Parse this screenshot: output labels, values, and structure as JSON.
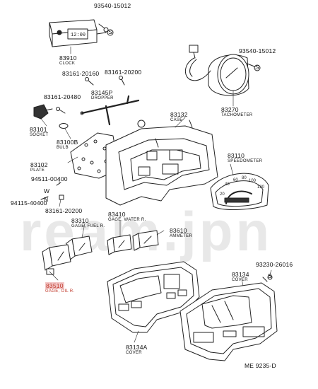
{
  "watermark": "ream.jpn",
  "drawing_code": "ME  9235-D",
  "callouts": [
    {
      "pn": "93540-15012",
      "letter": "S"
    },
    {
      "pn": "83910",
      "name": "CLOCK"
    },
    {
      "pn": "93540-15012",
      "letter": "S"
    },
    {
      "pn": "83161-20160"
    },
    {
      "pn": "83161-20200"
    },
    {
      "pn": "83145P",
      "name": "DROPPER"
    },
    {
      "pn": "83161-20480"
    },
    {
      "pn": "83270",
      "name": "TACHOMETER"
    },
    {
      "pn": "83132",
      "name": "CASE"
    },
    {
      "pn": "83101",
      "name": "SOCKET"
    },
    {
      "pn": "83100B",
      "name": "BULB"
    },
    {
      "pn": "83102",
      "name": "PLATE"
    },
    {
      "pn": "83110",
      "name": "SPEEDOMETER"
    },
    {
      "pn": "94511-00400",
      "letter": "W"
    },
    {
      "pn": "94115-40400",
      "letter": "N"
    },
    {
      "pn": "83161-20200"
    },
    {
      "pn": "83410",
      "name": "GAGE, WATER R."
    },
    {
      "pn": "83310",
      "name": "GAGE, FUEL R."
    },
    {
      "pn": "83610",
      "name": "AMMETER"
    },
    {
      "pn": "83510",
      "name": "GAGE, OIL R."
    },
    {
      "pn": "93230-26016",
      "letter": "S"
    },
    {
      "pn": "83134",
      "name": "COVER"
    },
    {
      "pn": "83134A",
      "name": "COVER"
    }
  ],
  "clock_face": "12:00",
  "speedo_numbers": [
    "20",
    "40",
    "60",
    "80",
    "100",
    "120"
  ],
  "colors": {
    "highlight": "#c0392b",
    "highlight_bg": "#f2c6c6",
    "ink": "#222222"
  }
}
